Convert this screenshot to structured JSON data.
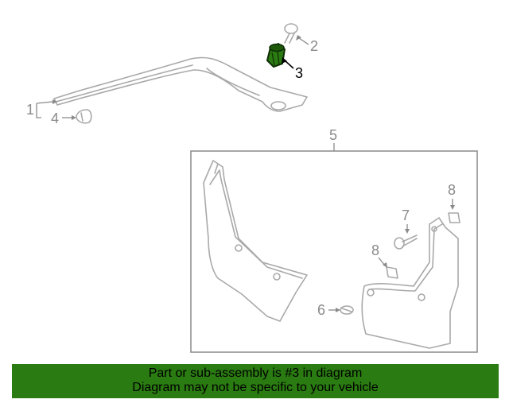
{
  "diagram": {
    "callouts": [
      {
        "id": "1",
        "label": "1"
      },
      {
        "id": "2",
        "label": "2"
      },
      {
        "id": "3",
        "label": "3"
      },
      {
        "id": "4",
        "label": "4"
      },
      {
        "id": "5",
        "label": "5"
      },
      {
        "id": "6",
        "label": "6"
      },
      {
        "id": "7",
        "label": "7"
      },
      {
        "id": "8a",
        "label": "8"
      },
      {
        "id": "8b",
        "label": "8"
      }
    ],
    "highlight_part": "3",
    "highlight_color": "#2a7b11"
  },
  "banner": {
    "line1": "Part or sub-assembly is #3 in diagram",
    "line2": "Diagram may not be specific to your vehicle",
    "background": "#2a7b11"
  }
}
